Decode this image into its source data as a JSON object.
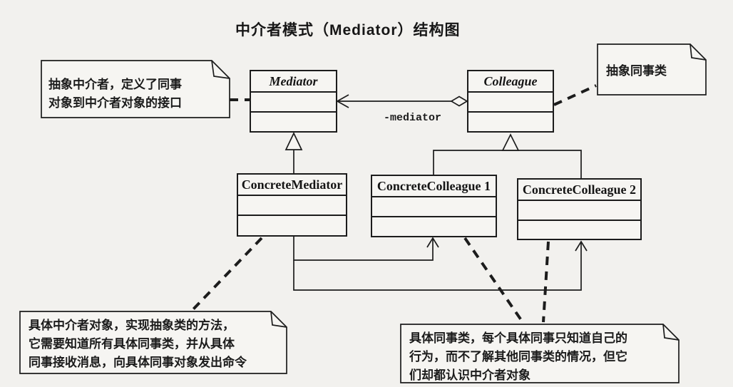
{
  "title": "中介者模式（Mediator）结构图",
  "colors": {
    "paper": "#f2f1ee",
    "note_fill": "#f6f5f2",
    "ink": "#1c1c1c"
  },
  "classes": [
    {
      "id": "mediator",
      "name": "Mediator",
      "abstract": true
    },
    {
      "id": "colleague",
      "name": "Colleague",
      "abstract": true
    },
    {
      "id": "concrete-mediator",
      "name": "ConcreteMediator",
      "abstract": false
    },
    {
      "id": "concrete-colleague-1",
      "name": "ConcreteColleague 1",
      "abstract": false
    },
    {
      "id": "concrete-colleague-2",
      "name": "ConcreteColleague 2",
      "abstract": false
    }
  ],
  "association": {
    "role_label": "-mediator"
  },
  "notes": {
    "abstract_mediator": "抽象中介者，定义了同事\n对象到中介者对象的接口",
    "abstract_colleague": "抽象同事类",
    "concrete_mediator": "具体中介者对象，实现抽象类的方法，\n它需要知道所有具体同事类，并从具体\n同事接收消息，向具体同事对象发出命令",
    "concrete_colleague": "具体同事类，每个具体同事只知道自己的\n行为，而不了解其他同事类的情况，但它\n们却都认识中介者对象"
  }
}
